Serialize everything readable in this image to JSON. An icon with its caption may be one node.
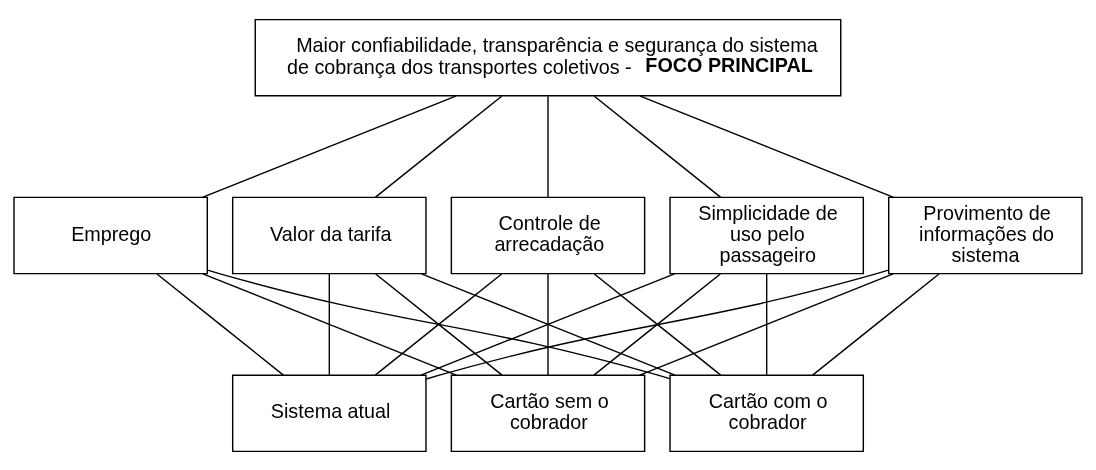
{
  "diagram": {
    "nodes": [
      {
        "text": [
          "Maior confiabilidade, transparência e segurança do sistema de cobrança dos transportes coletivos - **FOCO PRINCIPAL**"
        ]
      },
      {
        "text": [
          "Emprego"
        ]
      },
      {
        "text": [
          "Valor da tarifa"
        ]
      },
      {
        "text": [
          "Controle de arrecadação"
        ]
      },
      {
        "text": [
          "Simplicidade de uso pelo passageiro"
        ]
      },
      {
        "text": [
          "Provimento de informações do sistema"
        ]
      },
      {
        "text": [
          "Sistema atual"
        ]
      },
      {
        "text": [
          "Cartão sem o cobrador"
        ]
      },
      {
        "text": [
          "Cartão com o cobrador"
        ]
      }
    ],
    "edges": [
      {
        "from": 0,
        "to": 1,
        "arrow": "none"
      },
      {
        "from": 0,
        "to": 2,
        "arrow": "none"
      },
      {
        "from": 0,
        "to": 3,
        "arrow": "none"
      },
      {
        "from": 0,
        "to": 4,
        "arrow": "none"
      },
      {
        "from": 0,
        "to": 5,
        "arrow": "none"
      },
      {
        "from": 1,
        "to": 6,
        "arrow": "none"
      },
      {
        "from": 1,
        "to": 7,
        "arrow": "none"
      },
      {
        "from": 1,
        "to": 8,
        "arrow": "none"
      },
      {
        "from": 2,
        "to": 6,
        "arrow": "none"
      },
      {
        "from": 2,
        "to": 7,
        "arrow": "none"
      },
      {
        "from": 2,
        "to": 8,
        "arrow": "none"
      },
      {
        "from": 3,
        "to": 6,
        "arrow": "none"
      },
      {
        "from": 3,
        "to": 7,
        "arrow": "none"
      },
      {
        "from": 3,
        "to": 8,
        "arrow": "none"
      },
      {
        "from": 4,
        "to": 6,
        "arrow": "none"
      },
      {
        "from": 4,
        "to": 7,
        "arrow": "none"
      },
      {
        "from": 4,
        "to": 8,
        "arrow": "none"
      },
      {
        "from": 5,
        "to": 6,
        "arrow": "none"
      },
      {
        "from": 5,
        "to": 7,
        "arrow": "none"
      },
      {
        "from": 5,
        "to": 8,
        "arrow": "none"
      }
    ]
  }
}
